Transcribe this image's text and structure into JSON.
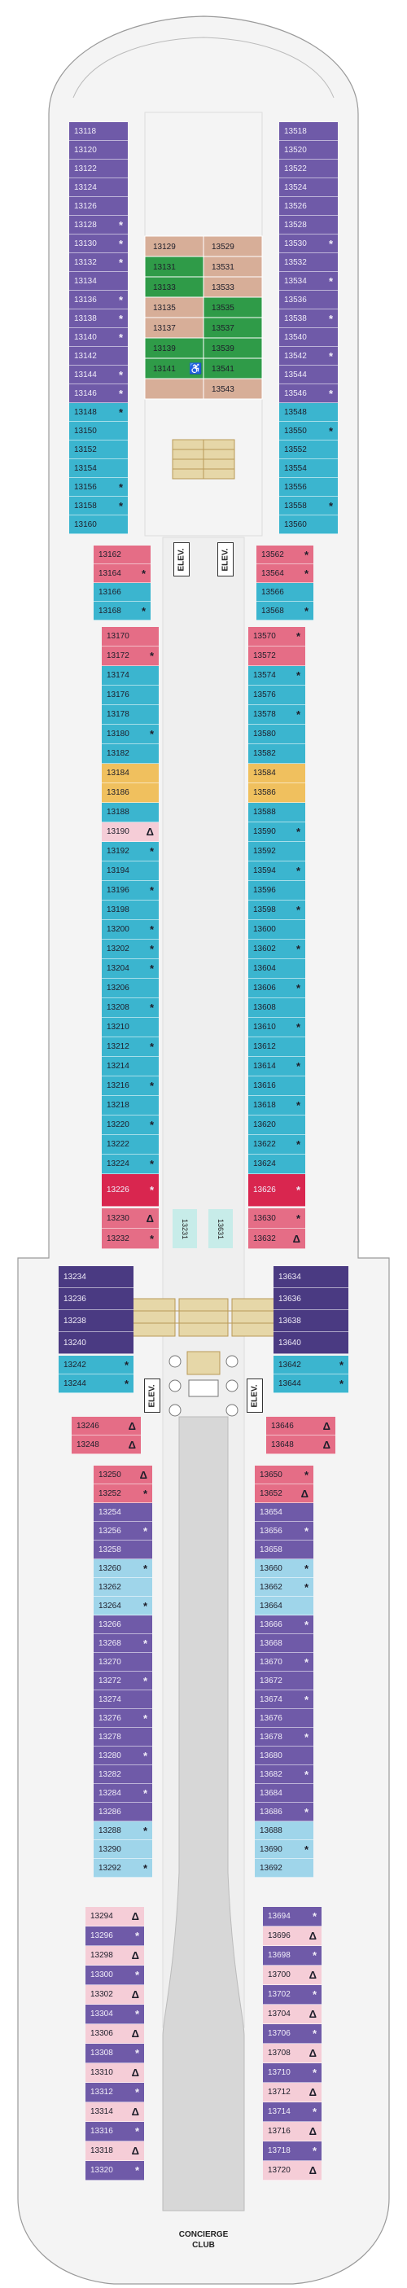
{
  "legend_colors": {
    "purple": "#6f5aa8",
    "dark_purple": "#4a3a82",
    "teal": "#3bb5cf",
    "light_blue": "#9fd5ea",
    "pink": "#e56d86",
    "red": "#d9264f",
    "light_pink": "#f5cdd7",
    "orange": "#f0c05e",
    "green": "#2f9b48",
    "tan": "#d7ae98"
  },
  "elevator_label": "ELEV.",
  "concierge": {
    "line1": "CONCIERGE",
    "line2": "CLUB"
  },
  "center_rooms": [
    "13231",
    "13631"
  ],
  "suite_cabins": [
    "13129",
    "13529",
    "13131",
    "13531",
    "13133",
    "13533",
    "13135",
    "13535",
    "13137",
    "13537",
    "13139",
    "13539",
    "13141",
    "13541",
    "13543"
  ],
  "cabins": {
    "fwd_left": [
      {
        "n": "13118",
        "s": ""
      },
      {
        "n": "13120",
        "s": ""
      },
      {
        "n": "13122",
        "s": ""
      },
      {
        "n": "13124",
        "s": ""
      },
      {
        "n": "13126",
        "s": ""
      },
      {
        "n": "13128",
        "s": "*"
      },
      {
        "n": "13130",
        "s": "*"
      },
      {
        "n": "13132",
        "s": "*"
      },
      {
        "n": "13134",
        "s": ""
      },
      {
        "n": "13136",
        "s": "*"
      },
      {
        "n": "13138",
        "s": "*"
      },
      {
        "n": "13140",
        "s": "*"
      },
      {
        "n": "13142",
        "s": ""
      },
      {
        "n": "13144",
        "s": "*"
      },
      {
        "n": "13146",
        "s": "*"
      },
      {
        "n": "13148",
        "s": "*"
      },
      {
        "n": "13150",
        "s": ""
      },
      {
        "n": "13152",
        "s": ""
      },
      {
        "n": "13154",
        "s": ""
      },
      {
        "n": "13156",
        "s": "*"
      },
      {
        "n": "13158",
        "s": "*"
      },
      {
        "n": "13160",
        "s": ""
      }
    ],
    "fwd_right": [
      {
        "n": "13518",
        "s": ""
      },
      {
        "n": "13520",
        "s": ""
      },
      {
        "n": "13522",
        "s": ""
      },
      {
        "n": "13524",
        "s": ""
      },
      {
        "n": "13526",
        "s": ""
      },
      {
        "n": "13528",
        "s": ""
      },
      {
        "n": "13530",
        "s": "*"
      },
      {
        "n": "13532",
        "s": ""
      },
      {
        "n": "13534",
        "s": "*"
      },
      {
        "n": "13536",
        "s": ""
      },
      {
        "n": "13538",
        "s": "*"
      },
      {
        "n": "13540",
        "s": ""
      },
      {
        "n": "13542",
        "s": "*"
      },
      {
        "n": "13544",
        "s": ""
      },
      {
        "n": "13546",
        "s": "*"
      },
      {
        "n": "13548",
        "s": ""
      },
      {
        "n": "13550",
        "s": "*"
      },
      {
        "n": "13552",
        "s": ""
      },
      {
        "n": "13554",
        "s": ""
      },
      {
        "n": "13556",
        "s": ""
      },
      {
        "n": "13558",
        "s": "*"
      },
      {
        "n": "13560",
        "s": ""
      }
    ],
    "elev_left": [
      {
        "n": "13162",
        "s": ""
      },
      {
        "n": "13164",
        "s": "*"
      },
      {
        "n": "13166",
        "s": ""
      },
      {
        "n": "13168",
        "s": "*"
      }
    ],
    "elev_right": [
      {
        "n": "13562",
        "s": "*"
      },
      {
        "n": "13564",
        "s": "*"
      },
      {
        "n": "13566",
        "s": ""
      },
      {
        "n": "13568",
        "s": "*"
      }
    ],
    "mid_left": [
      {
        "n": "13170",
        "s": ""
      },
      {
        "n": "13172",
        "s": "*"
      },
      {
        "n": "13174",
        "s": ""
      },
      {
        "n": "13176",
        "s": ""
      },
      {
        "n": "13178",
        "s": ""
      },
      {
        "n": "13180",
        "s": "*"
      },
      {
        "n": "13182",
        "s": ""
      },
      {
        "n": "13184",
        "s": ""
      },
      {
        "n": "13186",
        "s": ""
      },
      {
        "n": "13188",
        "s": ""
      },
      {
        "n": "13190",
        "s": "Δ"
      },
      {
        "n": "13192",
        "s": "*"
      },
      {
        "n": "13194",
        "s": ""
      },
      {
        "n": "13196",
        "s": "*"
      },
      {
        "n": "13198",
        "s": ""
      },
      {
        "n": "13200",
        "s": "*"
      },
      {
        "n": "13202",
        "s": "*"
      },
      {
        "n": "13204",
        "s": "*"
      },
      {
        "n": "13206",
        "s": ""
      },
      {
        "n": "13208",
        "s": "*"
      },
      {
        "n": "13210",
        "s": ""
      },
      {
        "n": "13212",
        "s": "*"
      },
      {
        "n": "13214",
        "s": ""
      },
      {
        "n": "13216",
        "s": "*"
      },
      {
        "n": "13218",
        "s": ""
      },
      {
        "n": "13220",
        "s": "*"
      },
      {
        "n": "13222",
        "s": ""
      },
      {
        "n": "13224",
        "s": "*"
      }
    ],
    "mid_right": [
      {
        "n": "13570",
        "s": "*"
      },
      {
        "n": "13572",
        "s": ""
      },
      {
        "n": "13574",
        "s": "*"
      },
      {
        "n": "13576",
        "s": ""
      },
      {
        "n": "13578",
        "s": "*"
      },
      {
        "n": "13580",
        "s": ""
      },
      {
        "n": "13582",
        "s": ""
      },
      {
        "n": "13584",
        "s": ""
      },
      {
        "n": "13586",
        "s": ""
      },
      {
        "n": "13588",
        "s": ""
      },
      {
        "n": "13590",
        "s": "*"
      },
      {
        "n": "13592",
        "s": ""
      },
      {
        "n": "13594",
        "s": "*"
      },
      {
        "n": "13596",
        "s": ""
      },
      {
        "n": "13598",
        "s": "*"
      },
      {
        "n": "13600",
        "s": ""
      },
      {
        "n": "13602",
        "s": "*"
      },
      {
        "n": "13604",
        "s": ""
      },
      {
        "n": "13606",
        "s": "*"
      },
      {
        "n": "13608",
        "s": ""
      },
      {
        "n": "13610",
        "s": "*"
      },
      {
        "n": "13612",
        "s": ""
      },
      {
        "n": "13614",
        "s": "*"
      },
      {
        "n": "13616",
        "s": ""
      },
      {
        "n": "13618",
        "s": "*"
      },
      {
        "n": "13620",
        "s": ""
      },
      {
        "n": "13622",
        "s": "*"
      },
      {
        "n": "13624",
        "s": ""
      }
    ],
    "big_left": [
      {
        "n": "13226",
        "s": "*"
      }
    ],
    "big_right": [
      {
        "n": "13626",
        "s": "*"
      }
    ],
    "after_big_left": [
      {
        "n": "13230",
        "s": "Δ"
      },
      {
        "n": "13232",
        "s": "*"
      }
    ],
    "after_big_right": [
      {
        "n": "13630",
        "s": "*"
      },
      {
        "n": "13632",
        "s": "Δ"
      }
    ],
    "wide_left": [
      {
        "n": "13234",
        "s": ""
      },
      {
        "n": "13236",
        "s": ""
      },
      {
        "n": "13238",
        "s": ""
      },
      {
        "n": "13240",
        "s": ""
      }
    ],
    "wide_right": [
      {
        "n": "13634",
        "s": ""
      },
      {
        "n": "13636",
        "s": ""
      },
      {
        "n": "13638",
        "s": ""
      },
      {
        "n": "13640",
        "s": ""
      }
    ],
    "wide2_left": [
      {
        "n": "13242",
        "s": "*"
      },
      {
        "n": "13244",
        "s": "*"
      }
    ],
    "wide2_right": [
      {
        "n": "13642",
        "s": "*"
      },
      {
        "n": "13644",
        "s": "*"
      }
    ],
    "aft1_left": [
      {
        "n": "13246",
        "s": "Δ"
      },
      {
        "n": "13248",
        "s": "Δ"
      }
    ],
    "aft1_right": [
      {
        "n": "13646",
        "s": "Δ"
      },
      {
        "n": "13648",
        "s": "Δ"
      }
    ],
    "aft2_left": [
      {
        "n": "13250",
        "s": "Δ"
      },
      {
        "n": "13252",
        "s": "*"
      },
      {
        "n": "13254",
        "s": ""
      },
      {
        "n": "13256",
        "s": "*"
      },
      {
        "n": "13258",
        "s": ""
      },
      {
        "n": "13260",
        "s": "*"
      },
      {
        "n": "13262",
        "s": ""
      },
      {
        "n": "13264",
        "s": "*"
      },
      {
        "n": "13266",
        "s": ""
      },
      {
        "n": "13268",
        "s": "*"
      },
      {
        "n": "13270",
        "s": ""
      },
      {
        "n": "13272",
        "s": "*"
      },
      {
        "n": "13274",
        "s": ""
      },
      {
        "n": "13276",
        "s": "*"
      },
      {
        "n": "13278",
        "s": ""
      },
      {
        "n": "13280",
        "s": "*"
      },
      {
        "n": "13282",
        "s": ""
      },
      {
        "n": "13284",
        "s": "*"
      },
      {
        "n": "13286",
        "s": ""
      },
      {
        "n": "13288",
        "s": "*"
      },
      {
        "n": "13290",
        "s": ""
      },
      {
        "n": "13292",
        "s": "*"
      }
    ],
    "aft2_right": [
      {
        "n": "13650",
        "s": "*"
      },
      {
        "n": "13652",
        "s": "Δ"
      },
      {
        "n": "13654",
        "s": ""
      },
      {
        "n": "13656",
        "s": "*"
      },
      {
        "n": "13658",
        "s": ""
      },
      {
        "n": "13660",
        "s": "*"
      },
      {
        "n": "13662",
        "s": "*"
      },
      {
        "n": "13664",
        "s": ""
      },
      {
        "n": "13666",
        "s": "*"
      },
      {
        "n": "13668",
        "s": ""
      },
      {
        "n": "13670",
        "s": "*"
      },
      {
        "n": "13672",
        "s": ""
      },
      {
        "n": "13674",
        "s": "*"
      },
      {
        "n": "13676",
        "s": ""
      },
      {
        "n": "13678",
        "s": "*"
      },
      {
        "n": "13680",
        "s": ""
      },
      {
        "n": "13682",
        "s": "*"
      },
      {
        "n": "13684",
        "s": ""
      },
      {
        "n": "13686",
        "s": "*"
      },
      {
        "n": "13688",
        "s": ""
      },
      {
        "n": "13690",
        "s": "*"
      },
      {
        "n": "13692",
        "s": ""
      }
    ],
    "stern_left": [
      {
        "n": "13294",
        "s": "Δ"
      },
      {
        "n": "13296",
        "s": "*"
      },
      {
        "n": "13298",
        "s": "Δ"
      },
      {
        "n": "13300",
        "s": "*"
      },
      {
        "n": "13302",
        "s": "Δ"
      },
      {
        "n": "13304",
        "s": "*"
      },
      {
        "n": "13306",
        "s": "Δ"
      },
      {
        "n": "13308",
        "s": "*"
      },
      {
        "n": "13310",
        "s": "Δ"
      },
      {
        "n": "13312",
        "s": "*"
      },
      {
        "n": "13314",
        "s": "Δ"
      },
      {
        "n": "13316",
        "s": "*"
      },
      {
        "n": "13318",
        "s": "Δ"
      },
      {
        "n": "13320",
        "s": "*"
      }
    ],
    "stern_right": [
      {
        "n": "13694",
        "s": "*"
      },
      {
        "n": "13696",
        "s": "Δ"
      },
      {
        "n": "13698",
        "s": "*"
      },
      {
        "n": "13700",
        "s": "Δ"
      },
      {
        "n": "13702",
        "s": "*"
      },
      {
        "n": "13704",
        "s": "Δ"
      },
      {
        "n": "13706",
        "s": "*"
      },
      {
        "n": "13708",
        "s": "Δ"
      },
      {
        "n": "13710",
        "s": "*"
      },
      {
        "n": "13712",
        "s": "Δ"
      },
      {
        "n": "13714",
        "s": "*"
      },
      {
        "n": "13716",
        "s": "Δ"
      },
      {
        "n": "13718",
        "s": "*"
      },
      {
        "n": "13720",
        "s": "Δ"
      }
    ]
  }
}
